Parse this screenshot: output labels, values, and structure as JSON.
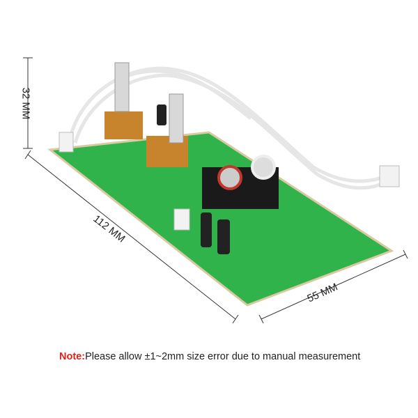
{
  "dimensions": {
    "height": "32 MM",
    "length": "112 MM",
    "width": "55 MM"
  },
  "note": {
    "label": "Note:",
    "text": "Please allow ±1~2mm size error due to manual measurement"
  },
  "colors": {
    "board": "#2fb34a",
    "note_label": "#e0201c"
  }
}
